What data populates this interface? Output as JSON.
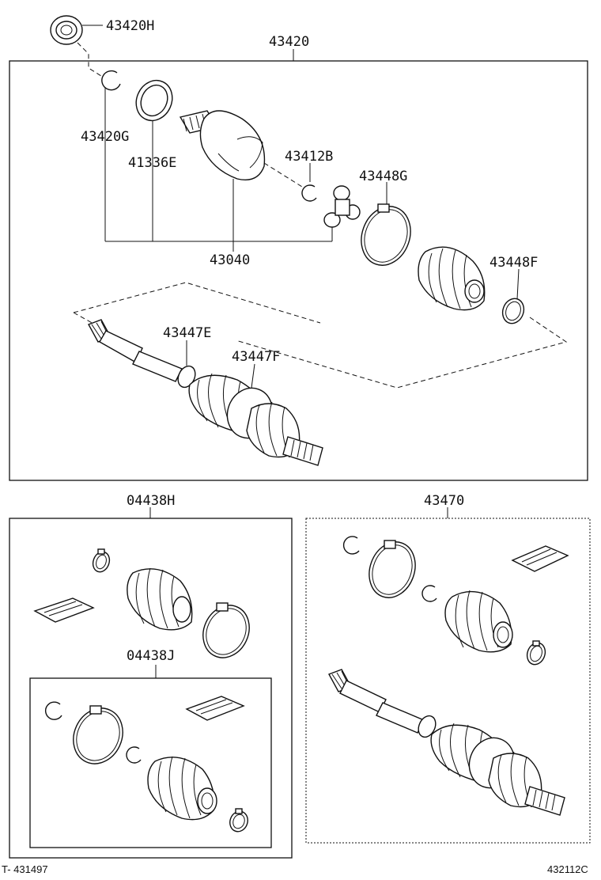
{
  "labels": {
    "p43420H": "43420H",
    "p43420": "43420",
    "p43420G": "43420G",
    "p41336E": "41336E",
    "p43412B": "43412B",
    "p43448G": "43448G",
    "p43040": "43040",
    "p43448F": "43448F",
    "p43447E": "43447E",
    "p43447F": "43447F",
    "p04438H": "04438H",
    "p43470": "43470",
    "p04438J": "04438J"
  },
  "footer": {
    "left": "T- 431497",
    "right": "432112C"
  }
}
